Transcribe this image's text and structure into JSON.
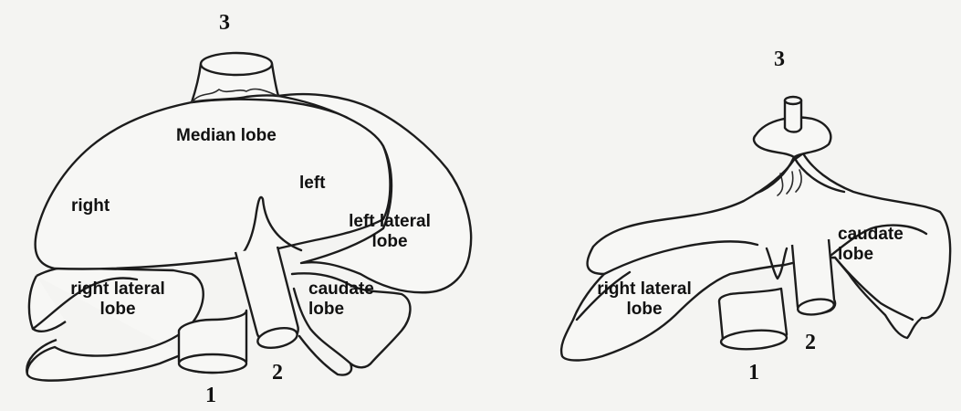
{
  "left_figure": {
    "labels": {
      "median_lobe": "Median lobe",
      "right": "right",
      "left": "left",
      "left_lateral_lobe": "left lateral lobe",
      "right_lateral_lobe": "right lateral lobe",
      "caudate_lobe": "caudate lobe"
    },
    "numbers": {
      "n1": "1",
      "n2": "2",
      "n3": "3"
    }
  },
  "right_figure": {
    "labels": {
      "caudate_lobe": "caudate lobe",
      "right_lateral_lobe": "right lateral lobe"
    },
    "numbers": {
      "n1": "1",
      "n2": "2",
      "n3": "3"
    }
  },
  "colors": {
    "stroke": "#1c1c1c",
    "background": "#f4f4f2"
  }
}
